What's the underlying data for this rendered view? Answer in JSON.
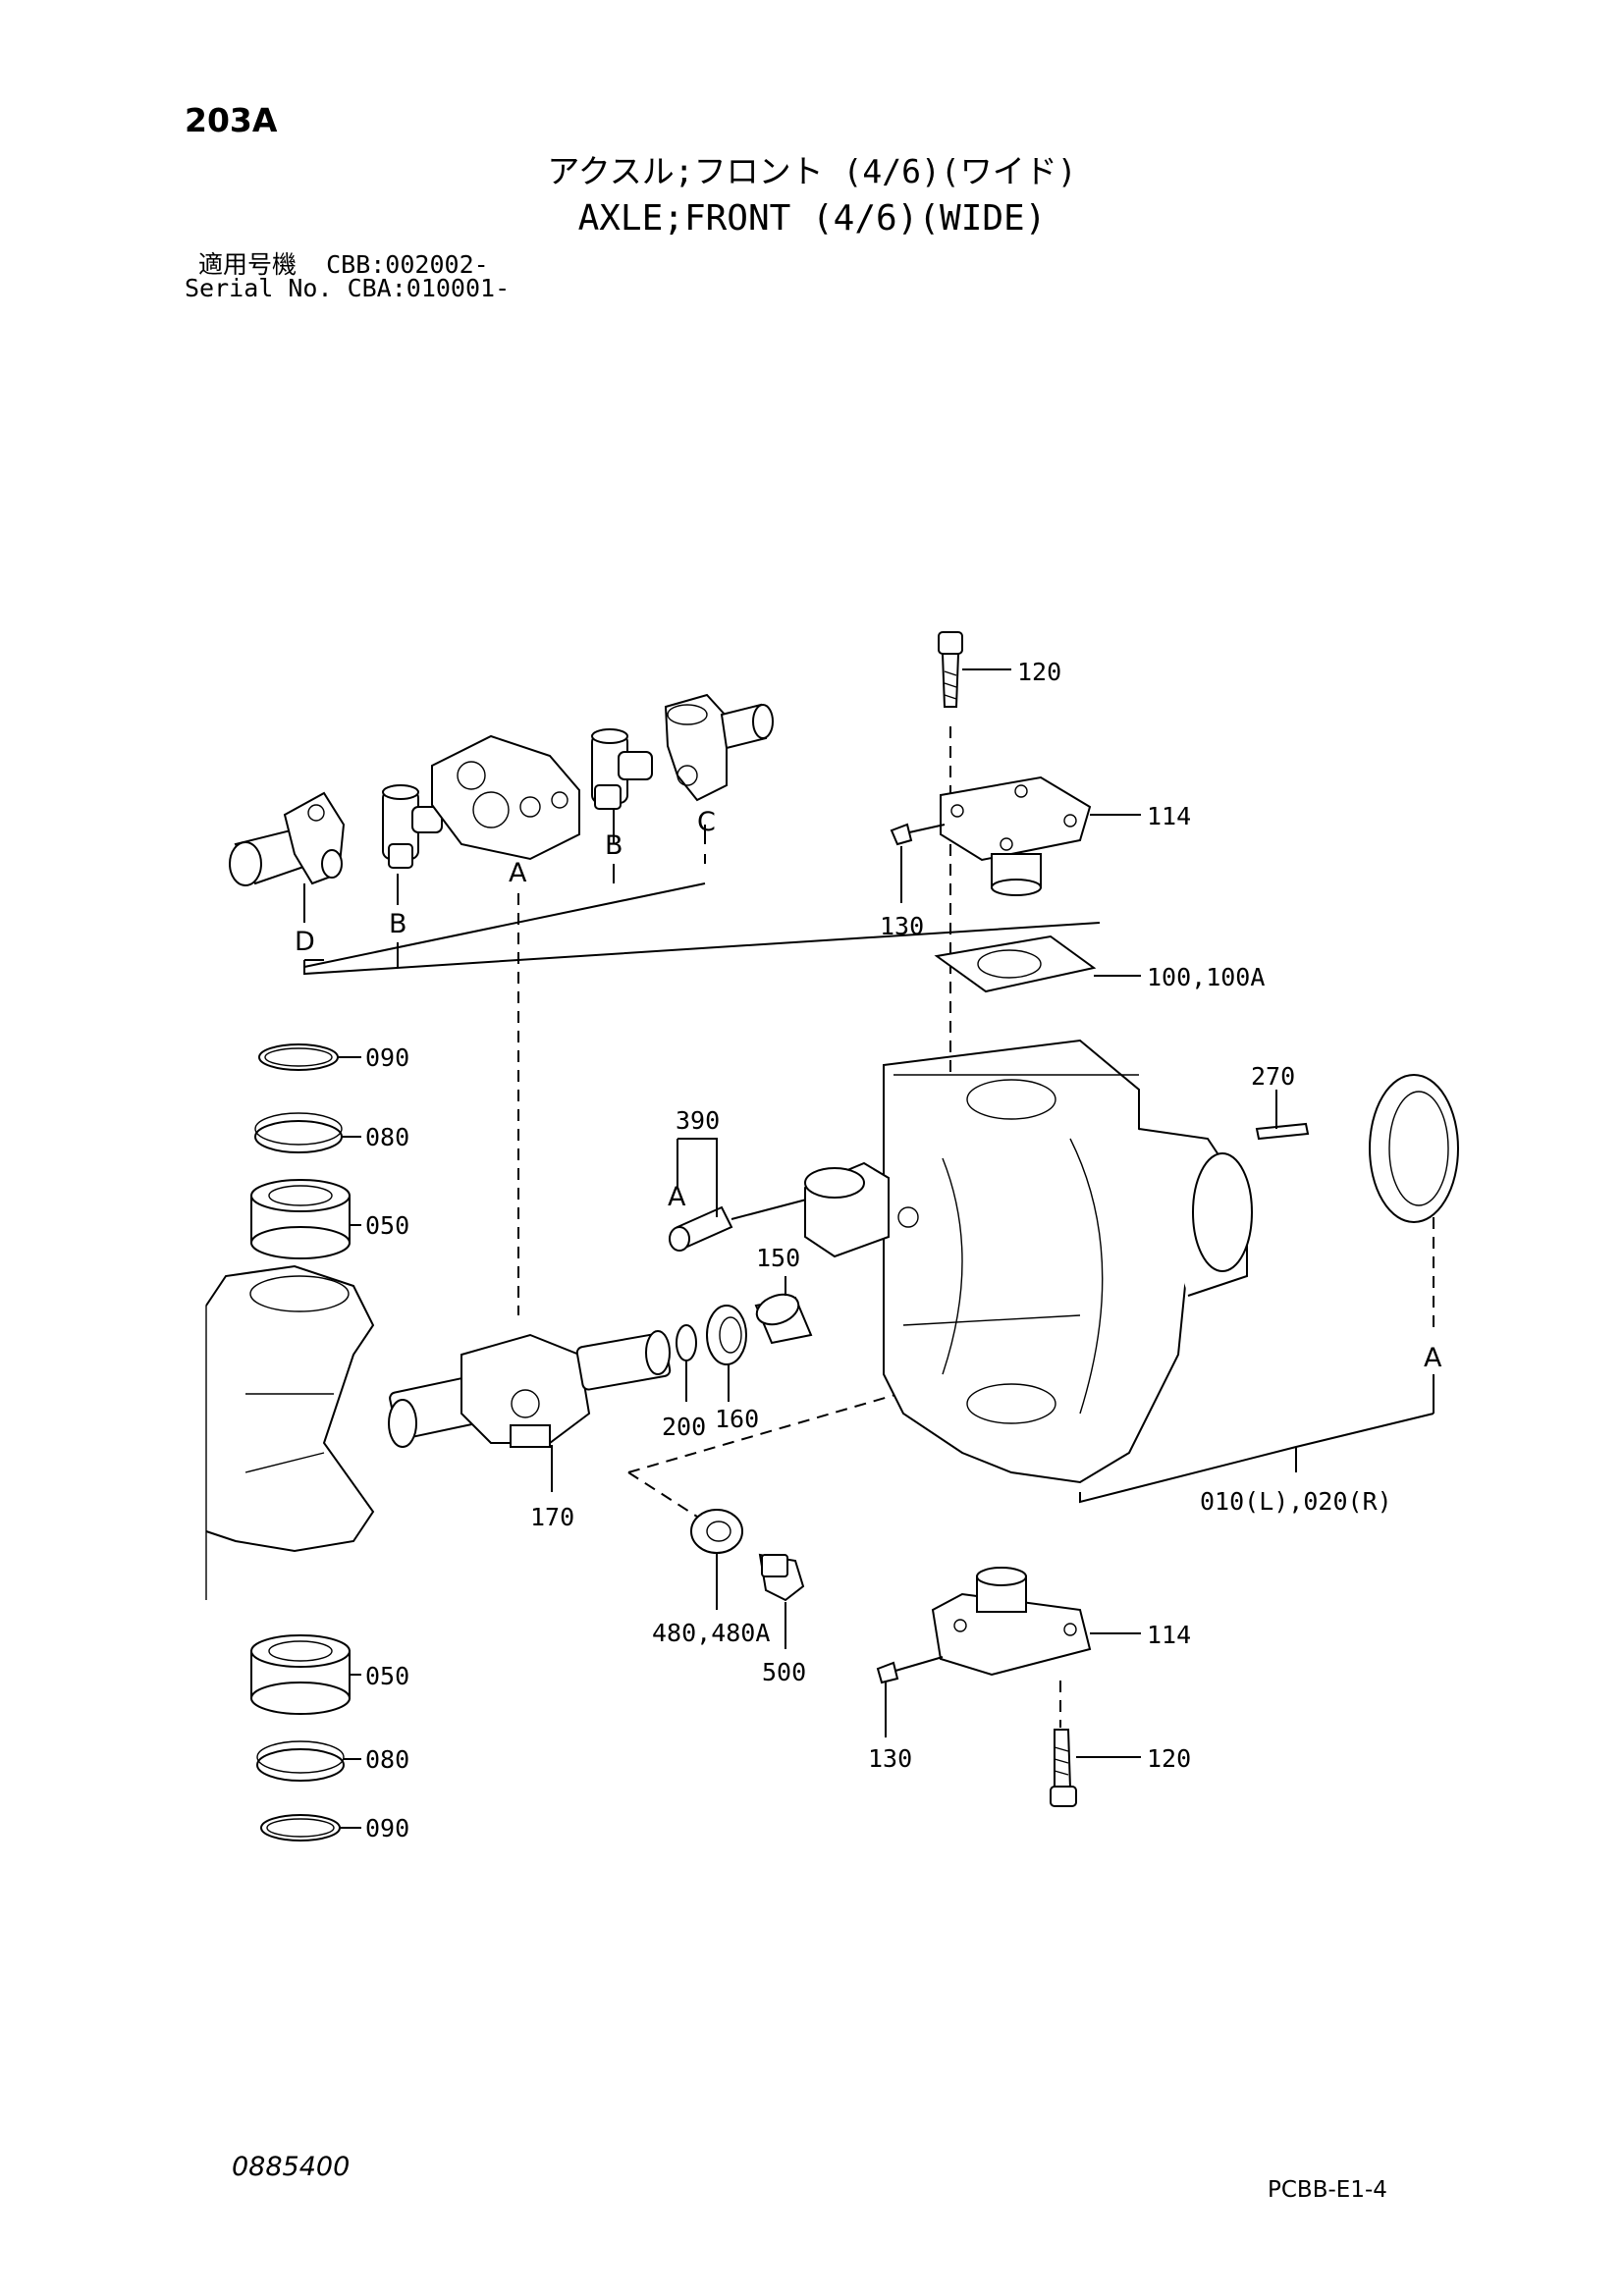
{
  "header": {
    "page_id": "203A",
    "title_jp": "アクスル;フロント (4/6)(ワイド)",
    "title_en": "AXLE;FRONT (4/6)(WIDE)",
    "serial_jp": "適用号機  CBB:002002-",
    "serial_en": "Serial No. CBA:010001-"
  },
  "callouts": {
    "c120_top": "120",
    "c114_top": "114",
    "c130_top": "130",
    "c100": "100,100A",
    "c270": "270",
    "c390": "390",
    "c150": "150",
    "c160": "160",
    "c200": "200",
    "c170": "170",
    "c010": "010(L),020(R)",
    "c480": "480,480A",
    "c500": "500",
    "c114_bot": "114",
    "c130_bot": "130",
    "c120_bot": "120",
    "c090_top": "090",
    "c080_top": "080",
    "c050_top": "050",
    "c050_bot": "050",
    "c080_bot": "080",
    "c090_bot": "090"
  },
  "letters": {
    "joint_d": "D",
    "joint_b1": "B",
    "joint_a": "A",
    "joint_b2": "B",
    "joint_c": "C",
    "ref_a_390": "A",
    "ref_a_right": "A"
  },
  "footer": {
    "doc_number": "0885400",
    "page_code": "PCBB-E1-4"
  }
}
